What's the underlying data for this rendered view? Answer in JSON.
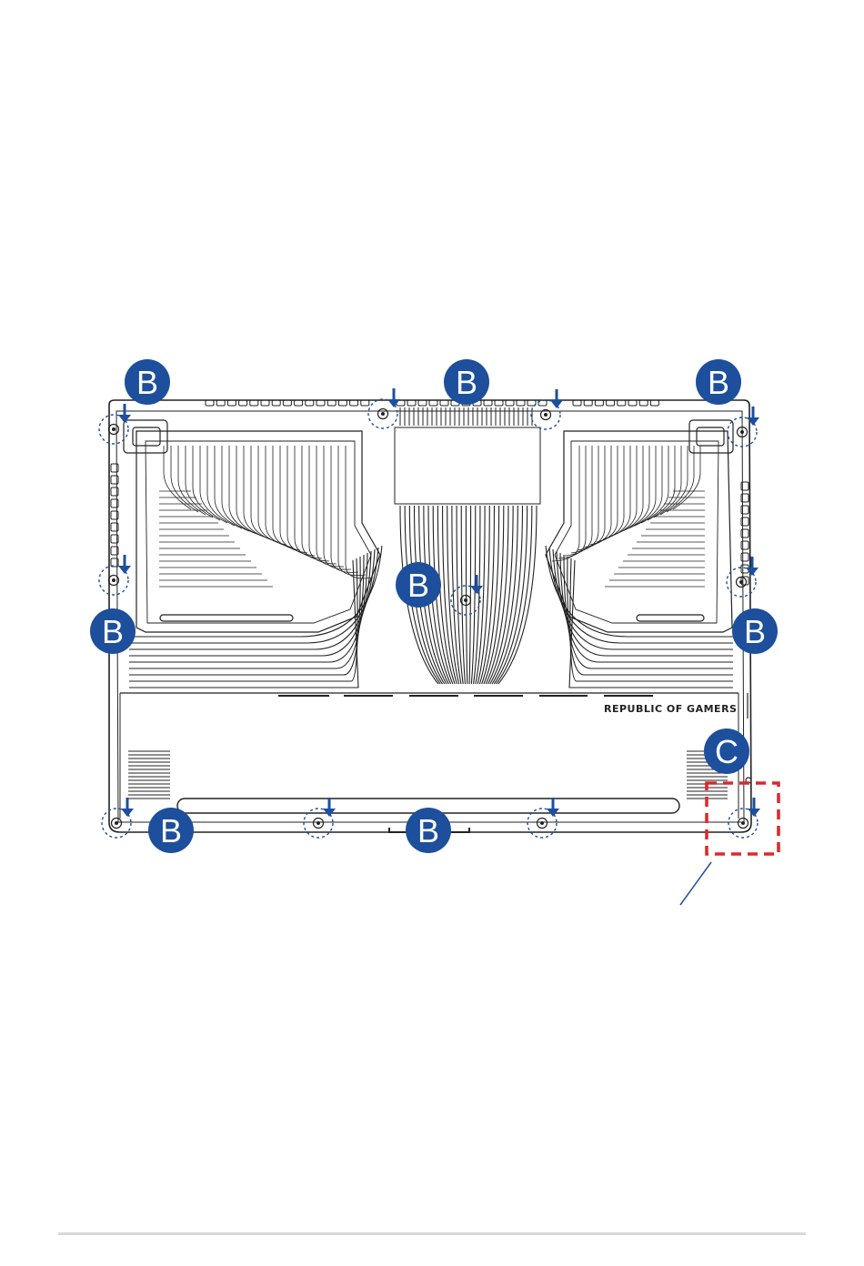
{
  "brand_text": "REPUBLIC OF GAMERS",
  "callouts": [
    "B",
    "B",
    "B",
    "B",
    "B",
    "B",
    "B",
    "B",
    "C"
  ],
  "colors": {
    "callout_fill": "#1d4f9c",
    "arrow": "#1d4f9c",
    "highlight_box": "#e0262a",
    "outline": "#222222",
    "footer_rule": "#d8d8d8"
  },
  "icons": [
    "screw-icon",
    "down-arrow-icon",
    "rotation-arrow-icon"
  ]
}
